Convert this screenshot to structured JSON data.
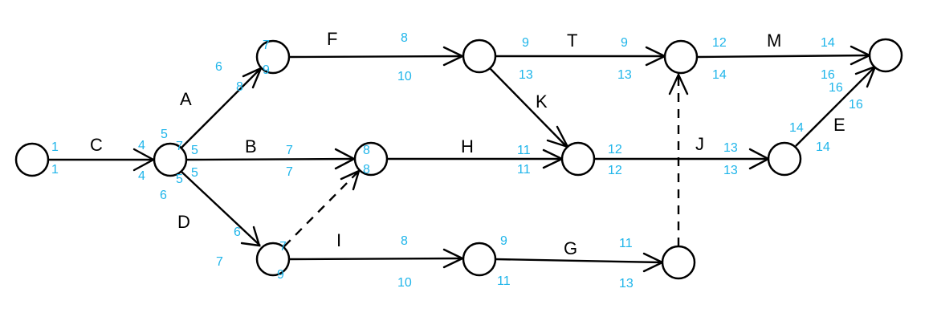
{
  "diagram": {
    "type": "activity-on-arrow network",
    "label_color": "#1fb5ea",
    "nodes": [
      {
        "id": "n1"
      },
      {
        "id": "n2"
      },
      {
        "id": "n3"
      },
      {
        "id": "n4"
      },
      {
        "id": "n5"
      },
      {
        "id": "n6"
      },
      {
        "id": "n7"
      },
      {
        "id": "n8"
      },
      {
        "id": "n9"
      },
      {
        "id": "n10"
      },
      {
        "id": "n11"
      },
      {
        "id": "n12"
      }
    ],
    "activities": [
      {
        "name": "C",
        "from": "n1",
        "to": "n2",
        "start_top": "1",
        "start_bottom": "1",
        "end_top": "4",
        "end_bottom": "4"
      },
      {
        "name": "A",
        "from": "n2",
        "to": "n3",
        "start_top": "5",
        "start_bottom": "7",
        "end_top": "6",
        "end_bottom": "8"
      },
      {
        "name": "B",
        "from": "n2",
        "to": "n4",
        "start_top": "5",
        "start_bottom": "5",
        "end_top": "7",
        "end_bottom": "7"
      },
      {
        "name": "D",
        "from": "n2",
        "to": "n5",
        "start_top": "5",
        "start_bottom": "6",
        "end_top": "6",
        "end_bottom": "7"
      },
      {
        "name": "F",
        "from": "n3",
        "to": "n6",
        "start_top": "7",
        "start_bottom": "9",
        "end_top": "8",
        "end_bottom": "10"
      },
      {
        "name": "H",
        "from": "n4",
        "to": "n7",
        "start_top": "8",
        "start_bottom": "8",
        "end_top": "11",
        "end_bottom": "11"
      },
      {
        "name": "I",
        "from": "n5",
        "to": "n8",
        "start_top": "7",
        "start_bottom": "9",
        "end_top": "8",
        "end_bottom": "10"
      },
      {
        "name": "T",
        "from": "n6",
        "to": "n9",
        "start_top": "9",
        "start_bottom": "13",
        "end_top": "9",
        "end_bottom": "13"
      },
      {
        "name": "K",
        "from": "n6",
        "to": "n7"
      },
      {
        "name": "J",
        "from": "n7",
        "to": "n10",
        "start_top": "12",
        "start_bottom": "12",
        "end_top": "13",
        "end_bottom": "13"
      },
      {
        "name": "G",
        "from": "n8",
        "to": "n11",
        "start_top": "9",
        "start_bottom": "11",
        "end_top": "11",
        "end_bottom": "13"
      },
      {
        "name": "M",
        "from": "n9",
        "to": "n12",
        "start_top": "12",
        "start_bottom": "14",
        "end_top": "14",
        "end_bottom": "16"
      },
      {
        "name": "E",
        "from": "n10",
        "to": "n12",
        "start_top": "14",
        "start_bottom": "14",
        "end_top": "16",
        "end_bottom": "16"
      }
    ],
    "dummies": [
      {
        "from": "n5",
        "to": "n4"
      },
      {
        "from": "n11",
        "to": "n9"
      }
    ],
    "labels": {
      "C": "C",
      "A": "A",
      "B": "B",
      "D": "D",
      "F": "F",
      "H": "H",
      "I": "I",
      "T": "T",
      "K": "K",
      "J": "J",
      "G": "G",
      "M": "M",
      "E": "E",
      "c_s_top": "1",
      "c_s_bot": "1",
      "c_e_top": "4",
      "c_e_bot": "4",
      "a_s_top": "5",
      "a_s_bot": "7",
      "a_e_top": "6",
      "a_e_bot": "8",
      "b_s_top": "5",
      "b_s_bot": "5",
      "b_e_top": "7",
      "b_e_bot": "7",
      "d_s_top": "5",
      "d_s_bot": "6",
      "d_e_top": "6",
      "d_e_bot": "7",
      "f_s_top": "7",
      "f_s_bot": "9",
      "f_e_top": "8",
      "f_e_bot": "10",
      "h_s_top": "8",
      "h_s_bot": "8",
      "h_e_top": "11",
      "h_e_bot": "11",
      "i_s_top": "7",
      "i_s_bot": "9",
      "i_e_top": "8",
      "i_e_bot": "10",
      "t_s_top": "9",
      "t_s_bot": "13",
      "t_e_top": "9",
      "t_e_bot": "13",
      "j_s_top": "12",
      "j_s_bot": "12",
      "j_e_top": "13",
      "j_e_bot": "13",
      "g_s_top": "9",
      "g_s_bot": "11",
      "g_e_top": "11",
      "g_e_bot": "13",
      "m_s_top": "12",
      "m_s_bot": "14",
      "m_e_top": "14",
      "m_e_bot": "16",
      "e_s_top": "14",
      "e_s_bot": "14",
      "e_e_top": "16",
      "e_e_bot": "16"
    }
  }
}
